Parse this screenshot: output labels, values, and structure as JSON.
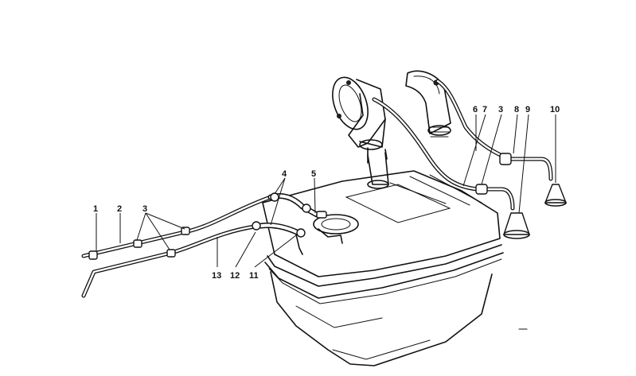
{
  "diagram": {
    "callouts": [
      {
        "id": "1",
        "label": "1"
      },
      {
        "id": "2",
        "label": "2"
      },
      {
        "id": "3a",
        "label": "3"
      },
      {
        "id": "4",
        "label": "4"
      },
      {
        "id": "5",
        "label": "5"
      },
      {
        "id": "6",
        "label": "6"
      },
      {
        "id": "7",
        "label": "7"
      },
      {
        "id": "3b",
        "label": "3"
      },
      {
        "id": "8",
        "label": "8"
      },
      {
        "id": "9",
        "label": "9"
      },
      {
        "id": "10",
        "label": "10"
      },
      {
        "id": "11",
        "label": "11"
      },
      {
        "id": "12",
        "label": "12"
      },
      {
        "id": "13",
        "label": "13"
      }
    ]
  }
}
